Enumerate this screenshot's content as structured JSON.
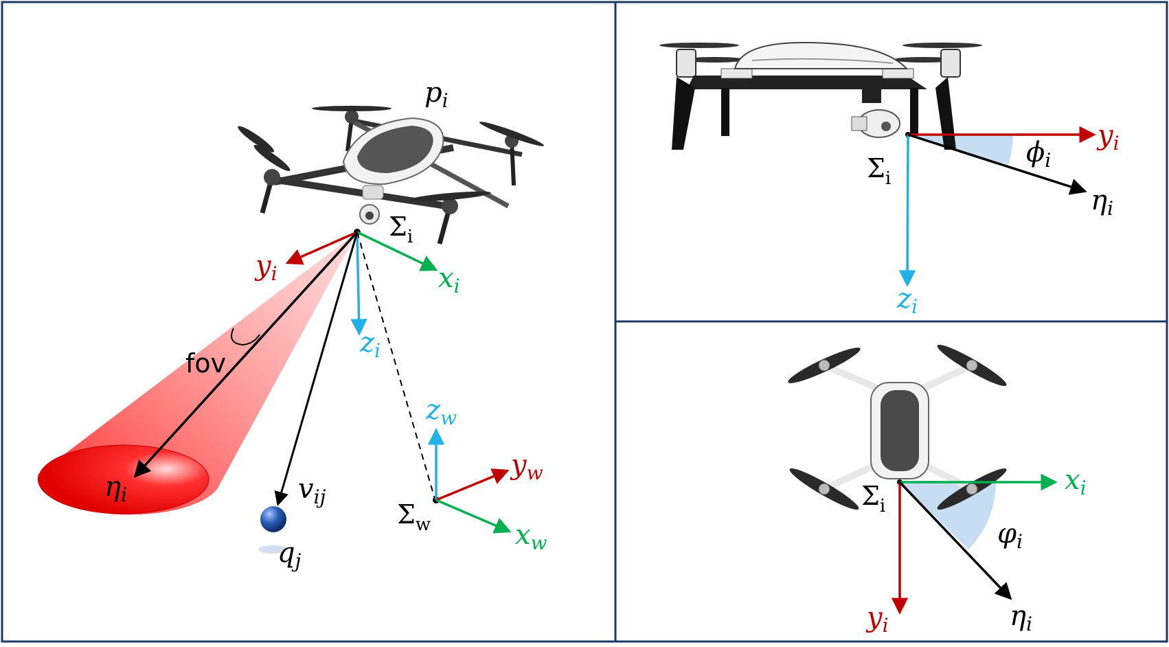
{
  "colors": {
    "border": "#1f3864",
    "red": "#c00000",
    "green": "#00b050",
    "blue": "#1fb1e8",
    "black": "#000000",
    "fov_red": "#ff0000",
    "angle_fill": "#bdd7ee"
  },
  "main_panel": {
    "p_i": "p_i",
    "sigma_i": "Σ_i",
    "y_i": "y_i",
    "x_i": "x_i",
    "z_i": "z_i",
    "fov": "fov",
    "eta_i": "η_i",
    "v_ij": "v_ij",
    "q_j": "q_j",
    "z_w": "z_w",
    "y_w": "y_w",
    "x_w": "x_w",
    "sigma_w": "Σ_w"
  },
  "side_panel": {
    "sigma_i": "Σ_i",
    "y_i": "y_i",
    "phi_i": "ϕ_i",
    "eta_i": "η_i",
    "z_i": "z_i"
  },
  "top_panel": {
    "x_i": "x_i",
    "sigma_i": "Σ_i",
    "varphi_i": "φ_i",
    "y_i": "y_i",
    "eta_i": "η_i"
  },
  "icons": [
    "drone-perspective-icon",
    "drone-side-icon",
    "drone-top-icon",
    "target-sphere-icon"
  ]
}
